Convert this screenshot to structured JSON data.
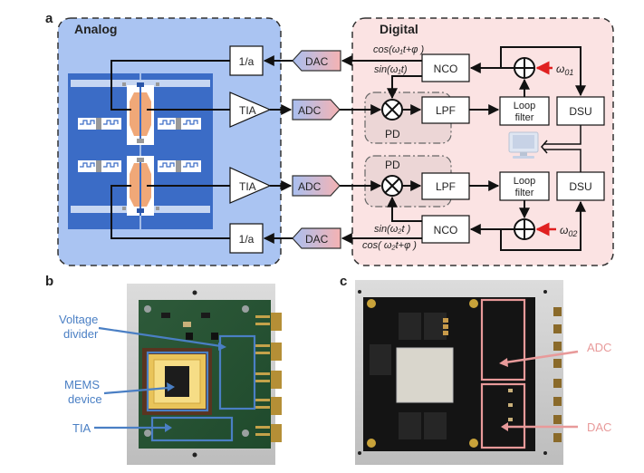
{
  "figure": {
    "panels": {
      "a": {
        "label": "a",
        "analog": {
          "title": "Analog",
          "blocks": {
            "inv_gain_top": "1/a",
            "tia_top": "TIA",
            "tia_bottom": "TIA",
            "inv_gain_bottom": "1/a"
          },
          "device": "MEMS resonator schematic (dual)"
        },
        "converters": {
          "dac_top": "DAC",
          "adc_top": "ADC",
          "adc_bottom": "ADC",
          "dac_bottom": "DAC"
        },
        "digital": {
          "title": "Digital",
          "channel1": {
            "cos_label": "cos(ω₁t+φ )",
            "sin_label": "sin(ω₁t)",
            "nco": "NCO",
            "pd": "PD",
            "lpf": "LPF",
            "loop_filter_line1": "Loop",
            "loop_filter_line2": "filter",
            "dsu": "DSU",
            "omega": "ω",
            "omega_sub": "01"
          },
          "channel2": {
            "cos_label": "cos( ω₂t+φ )",
            "sin_label": "sin(ω₂t )",
            "nco": "NCO",
            "pd": "PD",
            "lpf": "LPF",
            "loop_filter_line1": "Loop",
            "loop_filter_line2": "filter",
            "dsu": "DSU",
            "omega": "ω",
            "omega_sub": "02"
          },
          "computer_icon": "computer-icon"
        }
      },
      "b": {
        "label": "b",
        "annotations": {
          "voltage_divider_line1": "Voltage",
          "voltage_divider_line2": "divider",
          "mems_line1": "MEMS",
          "mems_line2": "device",
          "tia": "TIA"
        }
      },
      "c": {
        "label": "c",
        "annotations": {
          "adc": "ADC",
          "dac": "DAC"
        }
      }
    },
    "colors": {
      "analog_bg": "#aac4f2",
      "digital_bg": "#fbe3e3",
      "device_blue": "#3b6cc6",
      "electrode_orange": "#f0a878",
      "annotation_blue": "#4a7fc4",
      "annotation_pink": "#e89a9a",
      "omega_arrow_red": "#e02020"
    }
  }
}
